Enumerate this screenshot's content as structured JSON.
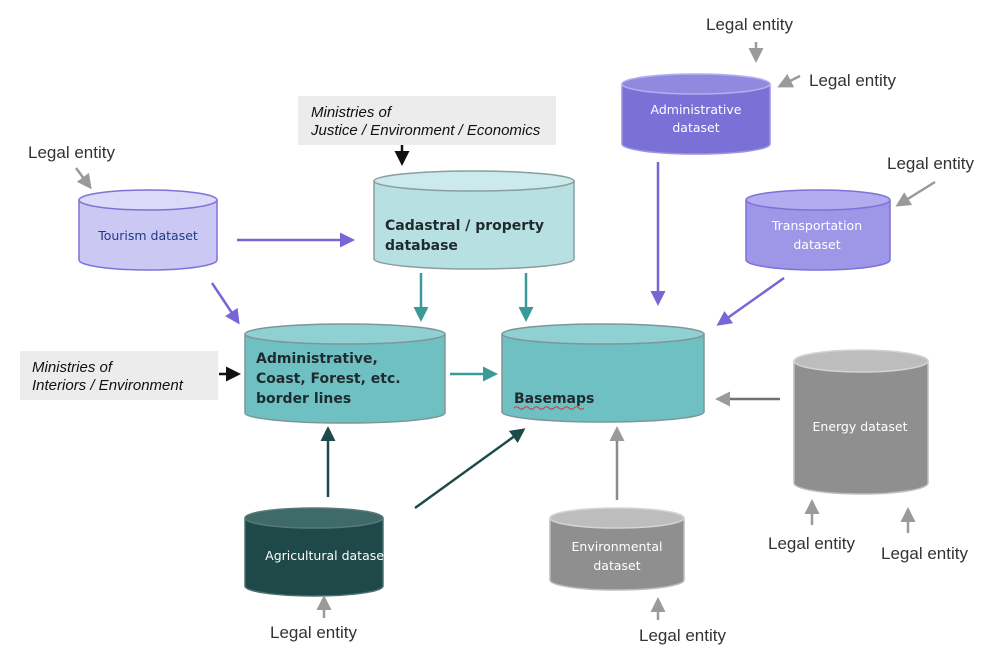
{
  "colors": {
    "purple_arrow": "#7766d6",
    "teal_arrow": "#3a9a9a",
    "dark_arrow": "#1f4a4a",
    "gray_arrow": "#9a9a9a",
    "black_arrow": "#111111",
    "teal_db": "#6fc0c3",
    "light_teal_db": "#b7e0e2",
    "dark_db": "#1f4848",
    "admin_db": "#7a70d6",
    "transport_db": "#9e96e6",
    "tourism_db": "#ccc8f4",
    "gray_db": "#8f8f8f",
    "light_gray_db": "#bdbdbd",
    "note_bg": "#ececec"
  },
  "notes": {
    "ministries_justice": {
      "line1": "Ministries of",
      "line2": "Justice / Environment / Economics"
    },
    "ministries_interiors": {
      "line1": "Ministries of",
      "line2": "Interiors / Environment"
    }
  },
  "datasets": {
    "tourism": {
      "label": "Tourism dataset"
    },
    "cadastral": {
      "line1": "Cadastral / property",
      "line2": "database"
    },
    "administrative_ds": {
      "line1": "Administrative",
      "line2": "dataset"
    },
    "transportation": {
      "line1": "Transportation",
      "line2": "dataset"
    },
    "border_lines": {
      "line1": "Administrative,",
      "line2": "Coast, Forest, etc.",
      "line3": "border lines"
    },
    "basemaps": {
      "label": "Basemaps"
    },
    "energy": {
      "label": "Energy dataset"
    },
    "agricultural": {
      "label": "Agricultural dataset"
    },
    "environmental": {
      "line1": "Environmental",
      "line2": "dataset"
    }
  },
  "legal_entity_labels": [
    "Legal entity",
    "Legal entity",
    "Legal entity",
    "Legal entity",
    "Legal entity",
    "Legal entity",
    "Legal entity",
    "Legal entity"
  ]
}
